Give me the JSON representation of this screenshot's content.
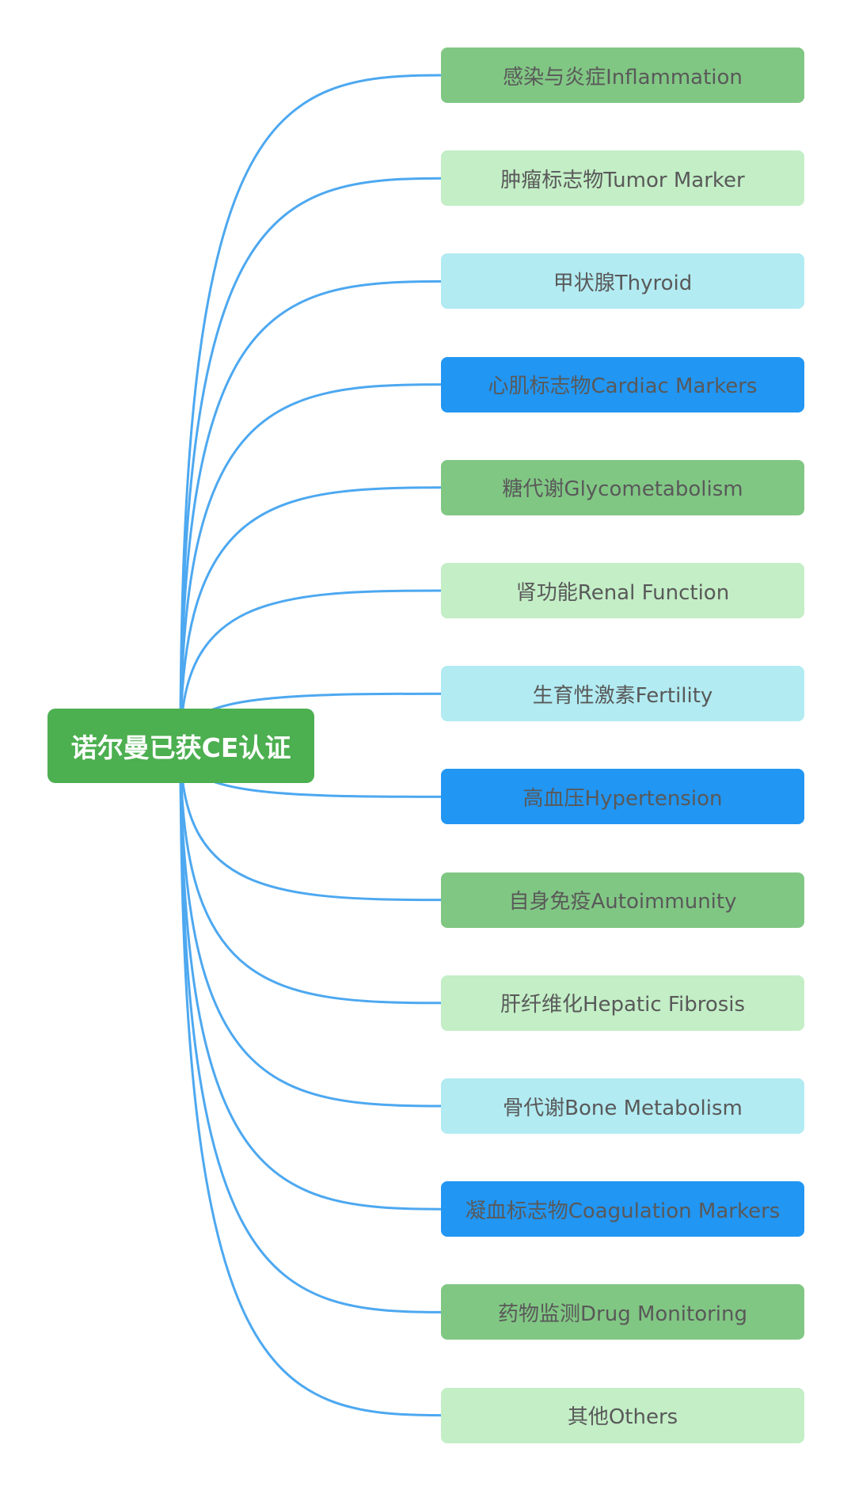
{
  "root": {
    "label": "诺尔曼已获CE认证",
    "color": "#4CAF50"
  },
  "connector_color": "#4DA8F0",
  "branches": [
    {
      "label": "感染与炎症Inflammation",
      "color": "#81C784"
    },
    {
      "label": "肿瘤标志物Tumor Marker",
      "color": "#C3EEC6"
    },
    {
      "label": "甲状腺Thyroid",
      "color": "#B2EBF2"
    },
    {
      "label": "心肌标志物Cardiac Markers",
      "color": "#2196F3"
    },
    {
      "label": "糖代谢Glycometabolism",
      "color": "#81C784"
    },
    {
      "label": "肾功能Renal Function",
      "color": "#C3EEC6"
    },
    {
      "label": "生育性激素Fertility",
      "color": "#B2EBF2"
    },
    {
      "label": "高血压Hypertension",
      "color": "#2196F3"
    },
    {
      "label": "自身免疫Autoimmunity",
      "color": "#81C784"
    },
    {
      "label": "肝纤维化Hepatic Fibrosis",
      "color": "#C3EEC6"
    },
    {
      "label": "骨代谢Bone Metabolism",
      "color": "#B2EBF2"
    },
    {
      "label": "凝血标志物Coagulation Markers",
      "color": "#2196F3"
    },
    {
      "label": "药物监测Drug Monitoring",
      "color": "#81C784"
    },
    {
      "label": "其他Others",
      "color": "#C3EEC6"
    }
  ]
}
